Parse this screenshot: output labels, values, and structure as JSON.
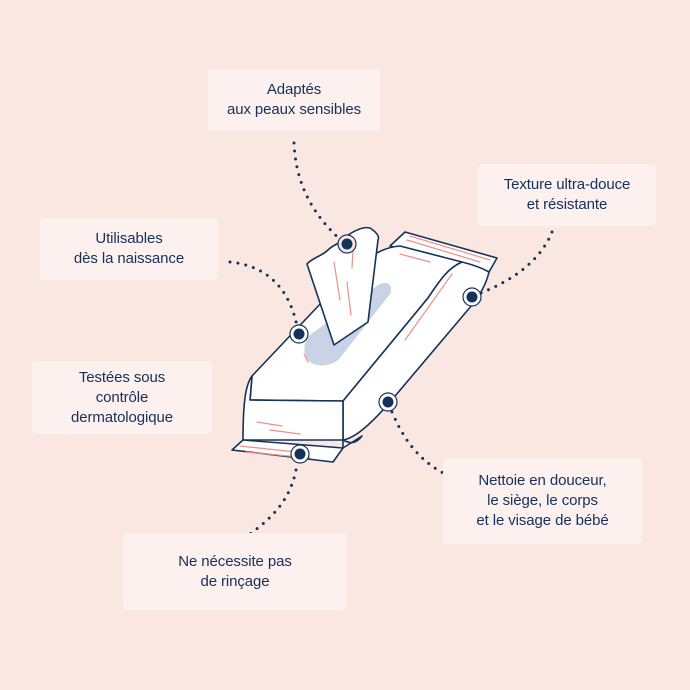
{
  "colors": {
    "background": "#fae7e1",
    "label_bg": "#fcf1ee",
    "text": "#15305a",
    "outline": "#14325a",
    "accent_stripe": "#f08f8a",
    "window": "#c9d3e6",
    "pack_fill": "#ffffff"
  },
  "callouts": [
    {
      "id": "adaptes",
      "lines": [
        "Adaptés",
        "aux peaux sensibles"
      ]
    },
    {
      "id": "texture",
      "lines": [
        "Texture ultra-douce",
        "et résistante"
      ]
    },
    {
      "id": "utilisables",
      "lines": [
        "Utilisables",
        "dès la naissance"
      ]
    },
    {
      "id": "testees",
      "lines": [
        "Testées sous",
        "contrôle",
        "dermatologique"
      ]
    },
    {
      "id": "nettoie",
      "lines": [
        "Nettoie en douceur,",
        "le siège, le corps",
        "et le visage de bébé"
      ]
    },
    {
      "id": "rincage",
      "lines": [
        "Ne nécessite pas",
        "de rinçage"
      ]
    }
  ],
  "illustration": {
    "subject": "baby-wipes-pack-icon",
    "markers": 6
  }
}
